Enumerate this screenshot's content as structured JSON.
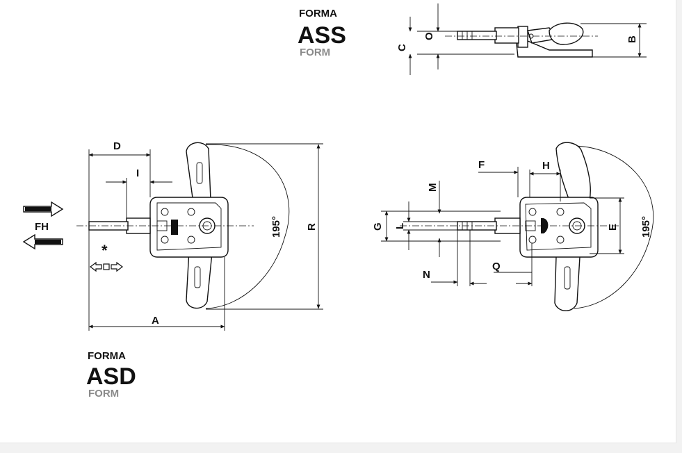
{
  "forms": {
    "ass": {
      "top": "FORMA",
      "code": "ASS",
      "bottom": "FORM"
    },
    "asd": {
      "top": "FORMA",
      "code": "ASD",
      "bottom": "FORM"
    }
  },
  "dimensions": {
    "A": "A",
    "B": "B",
    "C": "C",
    "D": "D",
    "E": "E",
    "F": "F",
    "G": "G",
    "H": "H",
    "I": "I",
    "L": "L",
    "M": "M",
    "N": "N",
    "O": "O",
    "Q": "Q",
    "R": "R"
  },
  "angle_left": "195°",
  "angle_right": "195°",
  "force_label": "FH",
  "note_symbol": "*",
  "colors": {
    "line": "#111111",
    "form_grey": "#8a8a8a",
    "sheet": "#ffffff",
    "margin": "#f2f2f2"
  }
}
